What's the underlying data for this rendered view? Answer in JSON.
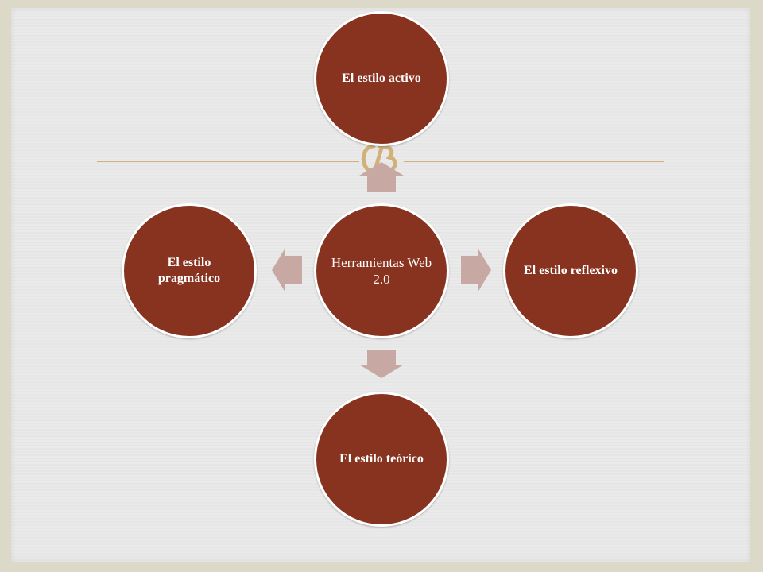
{
  "diagram": {
    "center": {
      "label": "Herramientas Web 2.0"
    },
    "nodes": [
      {
        "id": "top",
        "label": "El estilo activo"
      },
      {
        "id": "right",
        "label": "El estilo reflexivo"
      },
      {
        "id": "bottom",
        "label": "El estilo teórico"
      },
      {
        "id": "left",
        "label": "El estilo pragmático"
      }
    ]
  },
  "colors": {
    "node_fill": "#88331f",
    "node_border": "#ffffff",
    "arrow": "#c8a8a2",
    "rule": "#d2b07a",
    "background": "#e9e9e9",
    "frame": "#dcd9c8"
  },
  "ornament_icon": "decorative-flourish-icon"
}
